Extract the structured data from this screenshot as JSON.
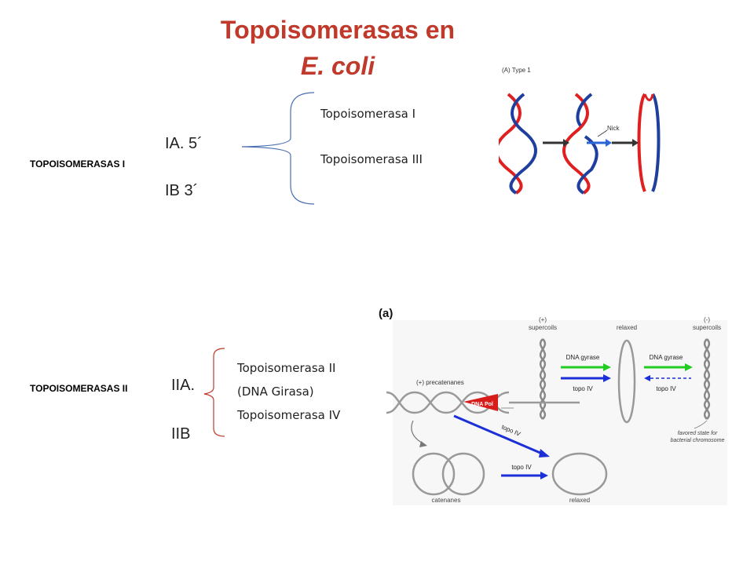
{
  "title": {
    "line1": "Topoisomerasas en",
    "line2": "E. coli"
  },
  "type1": {
    "group_label": "TOPOISOMERASAS I",
    "sub_a": "IA. 5´",
    "sub_b": "IB 3´",
    "enzyme_1": "Topoisomerasa I",
    "enzyme_2": "Topoisomerasa III",
    "figure": {
      "panel_label": "(A) Type 1",
      "nick_label": "Nick"
    }
  },
  "type2": {
    "group_label": "TOPOISOMERASAS II",
    "sub_a": "IIA.",
    "sub_b": "IIB",
    "enzyme_1": "Topoisomerasa II",
    "enzyme_1_alt": "(DNA Girasa)",
    "enzyme_2": "Topoisomerasa IV",
    "figure": {
      "panel_label": "(a)",
      "pos_supercoils": "(+)\nsupercoils",
      "relaxed_top": "relaxed",
      "neg_supercoils": "(-)\nsupercoils",
      "dna_gyrase_1": "DNA gyrase",
      "topo_iv_1": "topo IV",
      "dna_gyrase_2": "DNA gyrase",
      "topo_iv_2": "topo IV",
      "precatenanes": "(+) precatenanes",
      "dna_pol": "DNA Pol",
      "topo_iv_diag": "topo IV",
      "favored_state": "favored state for\nbacterial chromosome",
      "catenanes": "catenanes",
      "topo_iv_bottom": "topo IV",
      "relaxed_bottom": "relaxed"
    }
  },
  "colors": {
    "title": "#c0392b",
    "strand_red": "#e02020",
    "strand_blue": "#1f3f9f",
    "arrow_green": "#22cc22",
    "arrow_blue": "#1a2fd6",
    "brace": "#4a6fb0"
  }
}
